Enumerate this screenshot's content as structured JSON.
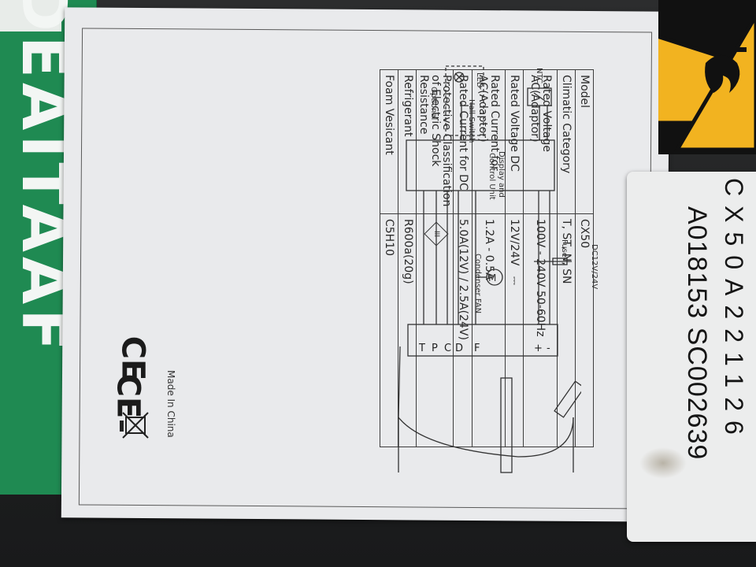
{
  "green_sticker": {
    "text": "DEAITAAF"
  },
  "spec_table": {
    "rows": [
      {
        "key": "Model",
        "value": "CX50"
      },
      {
        "key": "Climatic Category",
        "value": "T, ST, N, SN"
      },
      {
        "key": "Rated Voltage AC(Adaptor)",
        "value": "100V - 240V 50-60Hz"
      },
      {
        "key": "Rated Voltage DC",
        "value": "12V/24V"
      },
      {
        "key": "Rated Current for AC(Adaptor)",
        "value": "1.2A - 0.5A"
      },
      {
        "key": "Rated Current for DC",
        "value": "5.0A(12V) / 2.5A(24V)"
      },
      {
        "key_line1": "Protective Classification",
        "key_line2": "of Electric Shock Resistance",
        "value": "III"
      },
      {
        "key": "Refrigerant",
        "value": "R600a(20g)"
      },
      {
        "key": "Foam Vesicant",
        "value": "C5H10"
      }
    ],
    "dc_symbol": "⎓"
  },
  "marks": {
    "ce1": "CE",
    "ce2": "CE",
    "made_in": "Made In China"
  },
  "diagram": {
    "ntc": "NTC",
    "led": "LED",
    "hall_switch": "Hall Switch",
    "optional": "Optional",
    "control_unit_line1": "Display and",
    "control_unit_line2": "Control Unit",
    "fuse": "Fuse",
    "dc_supply": "DC12V/24V",
    "condenser_fan": "Condenser FAN",
    "motor": "M",
    "terminals": [
      "-",
      "+",
      "F",
      "D",
      "C",
      "P",
      "T"
    ]
  },
  "barcode_sticker": {
    "model": "CX50A221126",
    "serial": "A018153 SC002639"
  },
  "colors": {
    "green_sticker": "#1f8a52",
    "warning_yellow": "#f2b320",
    "label_white": "#e9eaec"
  }
}
